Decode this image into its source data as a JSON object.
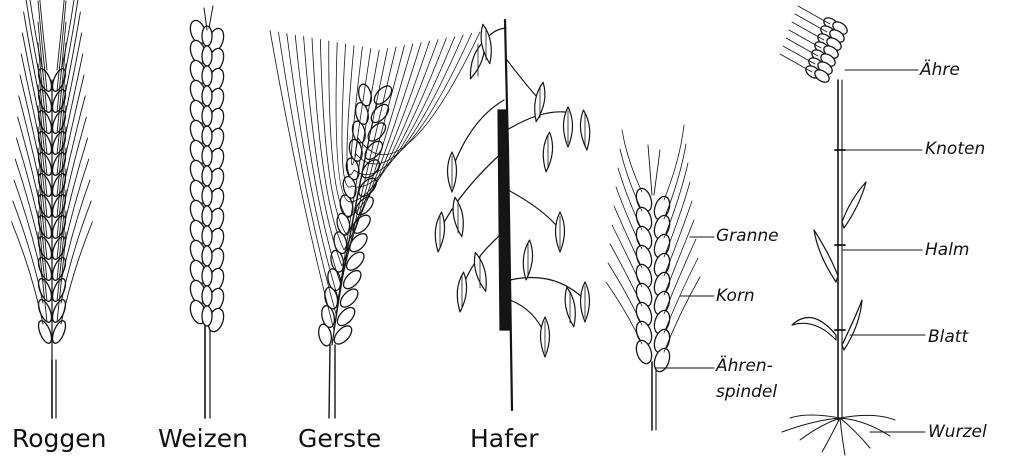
{
  "captions": {
    "roggen": "Roggen",
    "weizen": "Weizen",
    "gerste": "Gerste",
    "hafer": "Hafer"
  },
  "ear_labels": {
    "granne": "Granne",
    "korn": "Korn",
    "aehrenspindel_line1": "Ähren-",
    "aehrenspindel_line2": "spindel"
  },
  "plant_labels": {
    "aehre": "Ähre",
    "knoten": "Knoten",
    "halm": "Halm",
    "blatt": "Blatt",
    "wurzel": "Wurzel"
  },
  "ink_color": "#151515"
}
